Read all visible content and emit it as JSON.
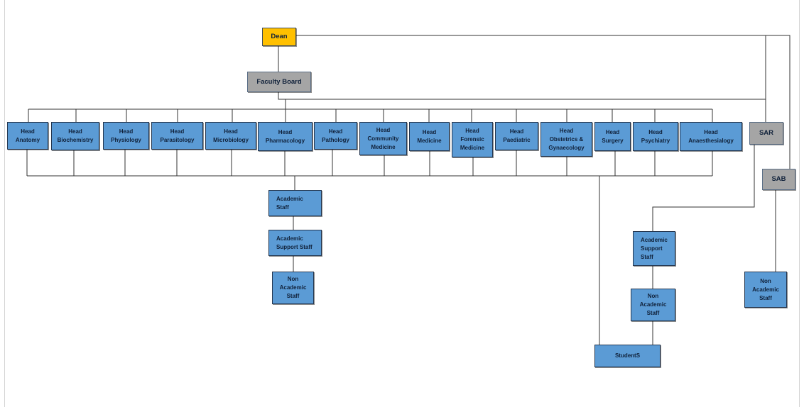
{
  "dean": "Dean",
  "faculty_board": "Faculty Board",
  "sar": "SAR",
  "sab": "SAB",
  "heads": [
    "Head\nAnatomy",
    "Head\nBiochemistry",
    "Head\nPhysiology",
    "Head\nParasitology",
    "Head\nMicrobiology",
    "Head\nPharmacology",
    "Head\nPathology",
    "Head\nCommunity\nMedicine",
    "Head\nMedicine",
    "Head\nForensic\nMedicine",
    "Head\nPaediatric",
    "Head\nObstetrics &\nGynaecology",
    "Head\nSurgery",
    "Head\nPsychiatry",
    "Head\nAnaesthesialogy"
  ],
  "faculty_staff": {
    "academic_staff": "Academic\nStaff",
    "academic_support_staff": "Academic\nSupport Staff",
    "non_academic_staff": "Non\nAcademic\nStaff"
  },
  "sar_staff": {
    "academic_support_staff": "Academic\nSupport\nStaff",
    "non_academic_staff": "Non\nAcademic\nStaff"
  },
  "sab_staff": {
    "non_academic_staff": "Non\nAcademic\nStaff"
  },
  "students": "StudentS",
  "colors": {
    "dean": "#ffc000",
    "board": "#a5a5a5",
    "unit": "#5b9bd5"
  }
}
